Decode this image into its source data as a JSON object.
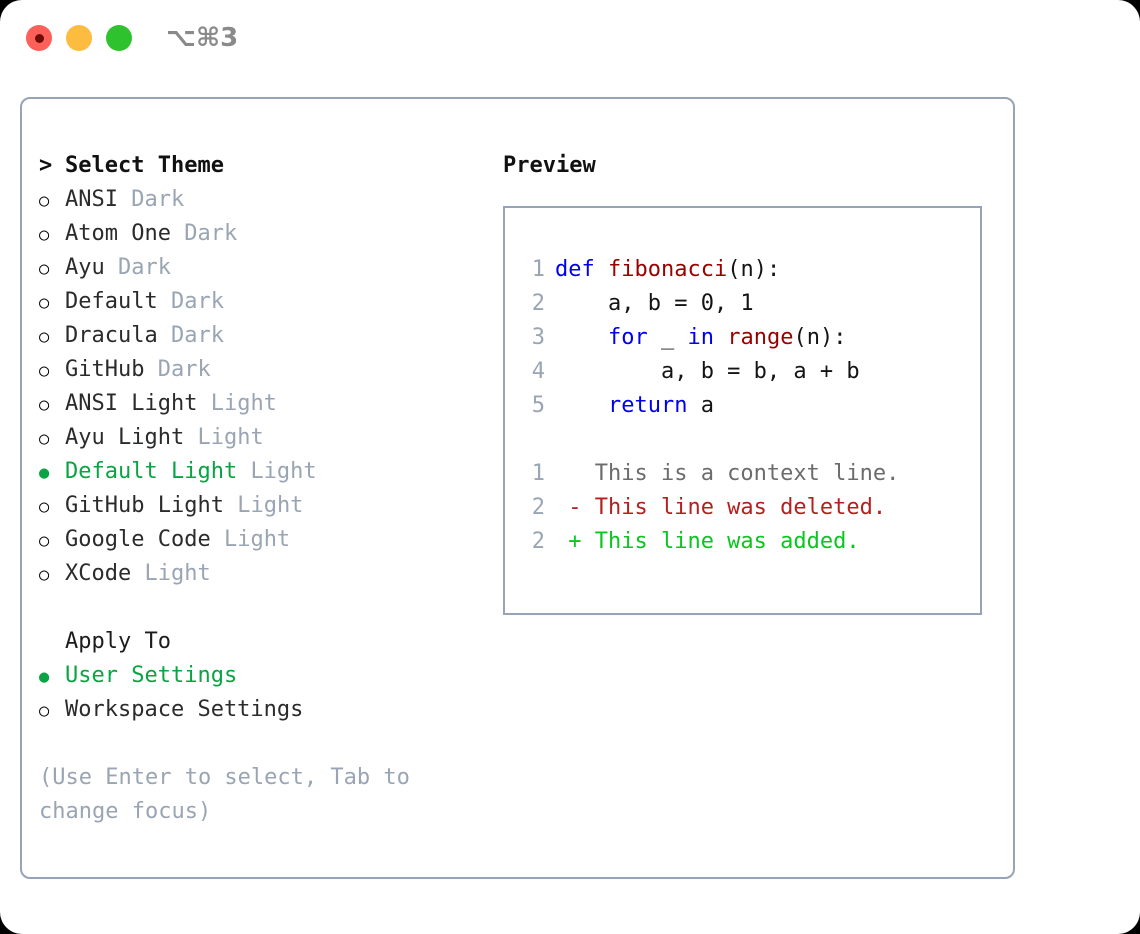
{
  "window": {
    "shortcut": "⌥⌘3",
    "traffic_lights": [
      "close",
      "minimize",
      "maximize"
    ],
    "accent_green": "#0aa444",
    "border_color": "#97a3b6",
    "muted_color": "#9aa5b4"
  },
  "theme_picker": {
    "header_marker": ">",
    "header_label": "Select Theme",
    "items": [
      {
        "marker": "○",
        "name": "ANSI",
        "kind": "Dark",
        "selected": false
      },
      {
        "marker": "○",
        "name": "Atom One",
        "kind": "Dark",
        "selected": false
      },
      {
        "marker": "○",
        "name": "Ayu",
        "kind": "Dark",
        "selected": false
      },
      {
        "marker": "○",
        "name": "Default",
        "kind": "Dark",
        "selected": false
      },
      {
        "marker": "○",
        "name": "Dracula",
        "kind": "Dark",
        "selected": false
      },
      {
        "marker": "○",
        "name": "GitHub",
        "kind": "Dark",
        "selected": false
      },
      {
        "marker": "○",
        "name": "ANSI Light",
        "kind": "Light",
        "selected": false
      },
      {
        "marker": "○",
        "name": "Ayu Light",
        "kind": "Light",
        "selected": false
      },
      {
        "marker": "●",
        "name": "Default Light",
        "kind": "Light",
        "selected": true
      },
      {
        "marker": "○",
        "name": "GitHub Light",
        "kind": "Light",
        "selected": false
      },
      {
        "marker": "○",
        "name": "Google Code",
        "kind": "Light",
        "selected": false
      },
      {
        "marker": "○",
        "name": "XCode",
        "kind": "Light",
        "selected": false
      }
    ]
  },
  "apply_to": {
    "title": "Apply To",
    "options": [
      {
        "marker": "●",
        "label": "User Settings",
        "selected": true
      },
      {
        "marker": "○",
        "label": "Workspace Settings",
        "selected": false
      }
    ]
  },
  "hint": "(Use Enter to select, Tab to change focus)",
  "preview": {
    "title": "Preview",
    "code_lines": [
      {
        "num": "1",
        "tokens": [
          {
            "t": "def ",
            "c": "kw"
          },
          {
            "t": "fibonacci",
            "c": "fn"
          },
          {
            "t": "(n):",
            "c": "plain"
          }
        ]
      },
      {
        "num": "2",
        "tokens": [
          {
            "t": "    a, b = 0, 1",
            "c": "plain"
          }
        ]
      },
      {
        "num": "3",
        "tokens": [
          {
            "t": "    ",
            "c": "plain"
          },
          {
            "t": "for",
            "c": "kw"
          },
          {
            "t": " _ ",
            "c": "plain"
          },
          {
            "t": "in",
            "c": "kw"
          },
          {
            "t": " ",
            "c": "plain"
          },
          {
            "t": "range",
            "c": "fn"
          },
          {
            "t": "(n):",
            "c": "plain"
          }
        ]
      },
      {
        "num": "4",
        "tokens": [
          {
            "t": "        a, b = b, a + b",
            "c": "plain"
          }
        ]
      },
      {
        "num": "5",
        "tokens": [
          {
            "t": "    ",
            "c": "plain"
          },
          {
            "t": "return",
            "c": "kw"
          },
          {
            "t": " a",
            "c": "plain"
          }
        ]
      }
    ],
    "diff_lines": [
      {
        "num": "1",
        "tokens": [
          {
            "t": "   This is a context line.",
            "c": "ctx"
          }
        ]
      },
      {
        "num": "2",
        "tokens": [
          {
            "t": " - This line was deleted.",
            "c": "del"
          }
        ]
      },
      {
        "num": "2",
        "tokens": [
          {
            "t": " + This line was added.",
            "c": "add"
          }
        ]
      }
    ]
  }
}
